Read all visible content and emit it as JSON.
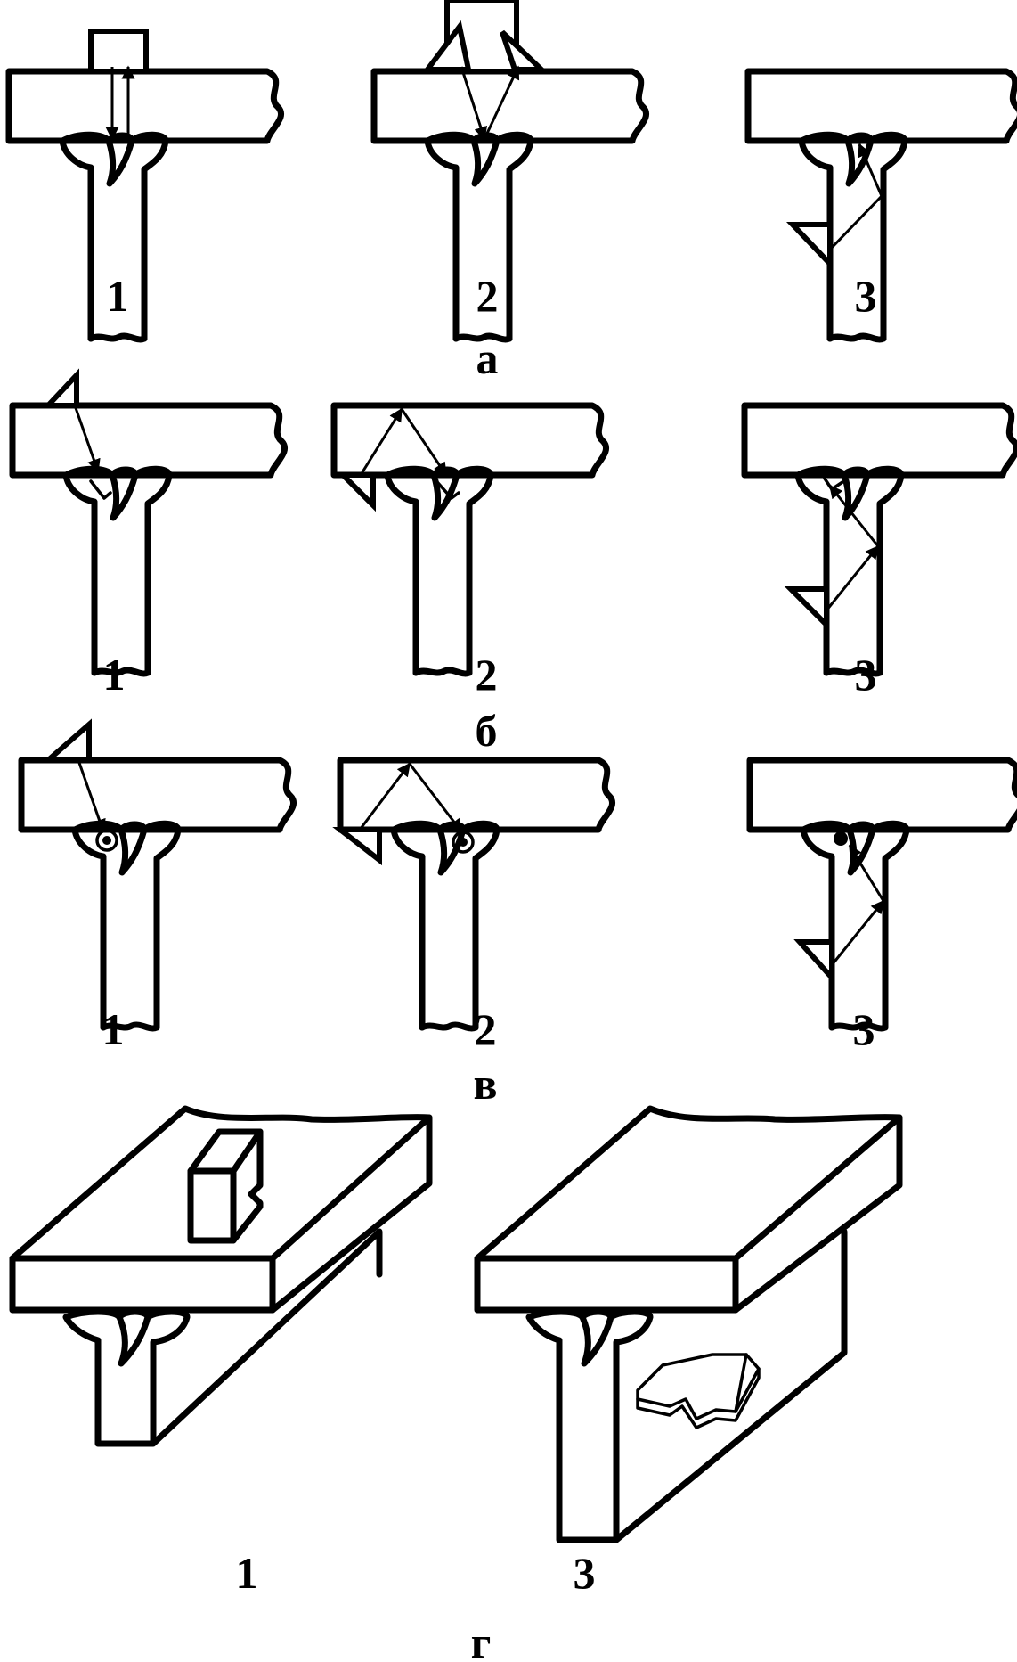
{
  "rows": [
    {
      "letter": "а",
      "items": [
        "1",
        "2",
        "3"
      ]
    },
    {
      "letter": "б",
      "items": [
        "1",
        "2",
        "3"
      ]
    },
    {
      "letter": "в",
      "items": [
        "1",
        "2",
        "3"
      ]
    },
    {
      "letter": "г",
      "items": [
        "1",
        "3"
      ]
    }
  ]
}
